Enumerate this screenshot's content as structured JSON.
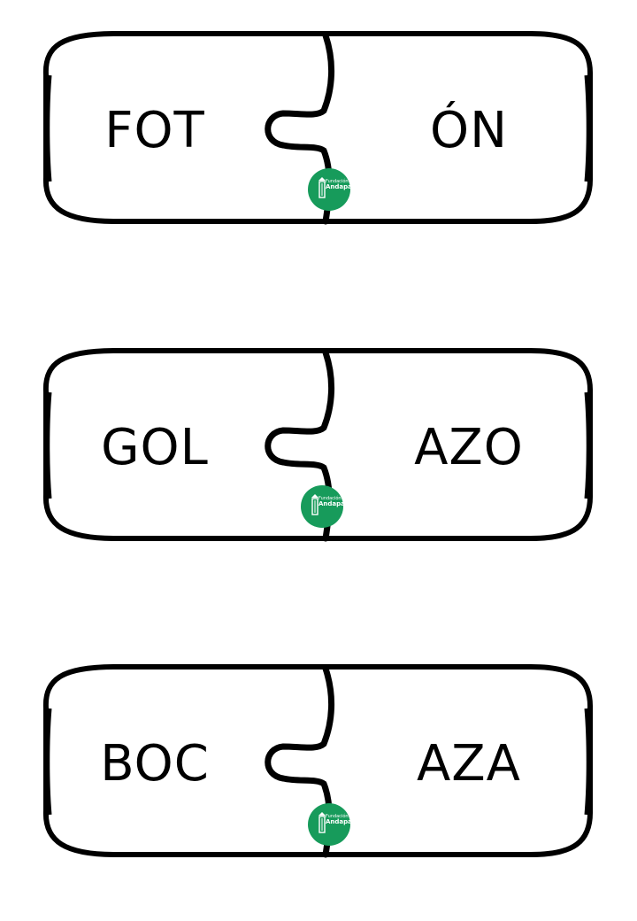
{
  "pieces": [
    {
      "left": "FOT",
      "right": "ÓN"
    },
    {
      "left": "GOL",
      "right": "AZO"
    },
    {
      "left": "BOC",
      "right": "AZA"
    }
  ],
  "logo": {
    "line1": "Fundación",
    "line2": "Andapar",
    "color": "#179b5b",
    "icon": "pencil-icon"
  }
}
